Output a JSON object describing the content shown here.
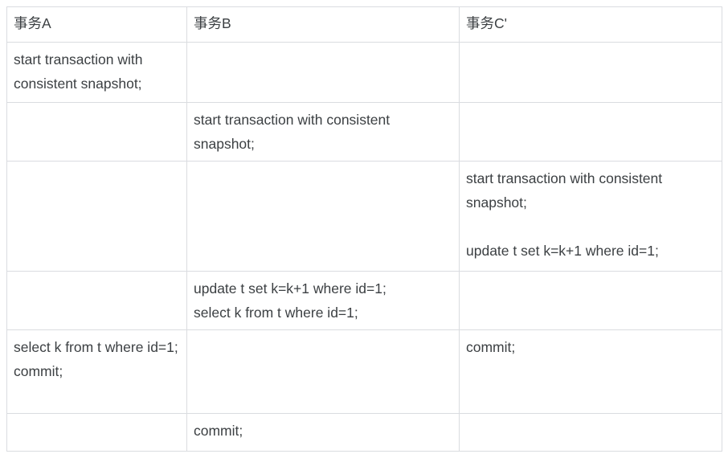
{
  "table": {
    "headers": [
      {
        "label": "事务A"
      },
      {
        "label": "事务B"
      },
      {
        "label": "事务C'"
      }
    ],
    "rows": [
      {
        "id": "row-1",
        "cells": [
          {
            "blocks": [
              "start transaction with consistent snapshot;"
            ]
          },
          {
            "blocks": []
          },
          {
            "blocks": []
          }
        ]
      },
      {
        "id": "row-2",
        "cells": [
          {
            "blocks": []
          },
          {
            "blocks": [
              "start transaction with consistent snapshot;"
            ]
          },
          {
            "blocks": []
          }
        ]
      },
      {
        "id": "row-3",
        "cells": [
          {
            "blocks": []
          },
          {
            "blocks": []
          },
          {
            "blocks": [
              "start transaction with consistent snapshot;",
              "update t set k=k+1 where id=1;"
            ]
          }
        ]
      },
      {
        "id": "row-4",
        "cells": [
          {
            "blocks": []
          },
          {
            "blocks": [
              "update t set k=k+1 where id=1;\nselect k from t where id=1;"
            ]
          },
          {
            "blocks": []
          }
        ]
      },
      {
        "id": "row-5",
        "cells": [
          {
            "blocks": [
              "select k from t where id=1;\ncommit;"
            ]
          },
          {
            "blocks": []
          },
          {
            "blocks": [
              "commit;"
            ]
          }
        ]
      },
      {
        "id": "row-6",
        "cells": [
          {
            "blocks": []
          },
          {
            "blocks": [
              "commit;"
            ]
          },
          {
            "blocks": []
          }
        ]
      }
    ]
  },
  "style": {
    "border_color": "#dadce0",
    "text_color": "#3c4043",
    "background": "#ffffff"
  }
}
